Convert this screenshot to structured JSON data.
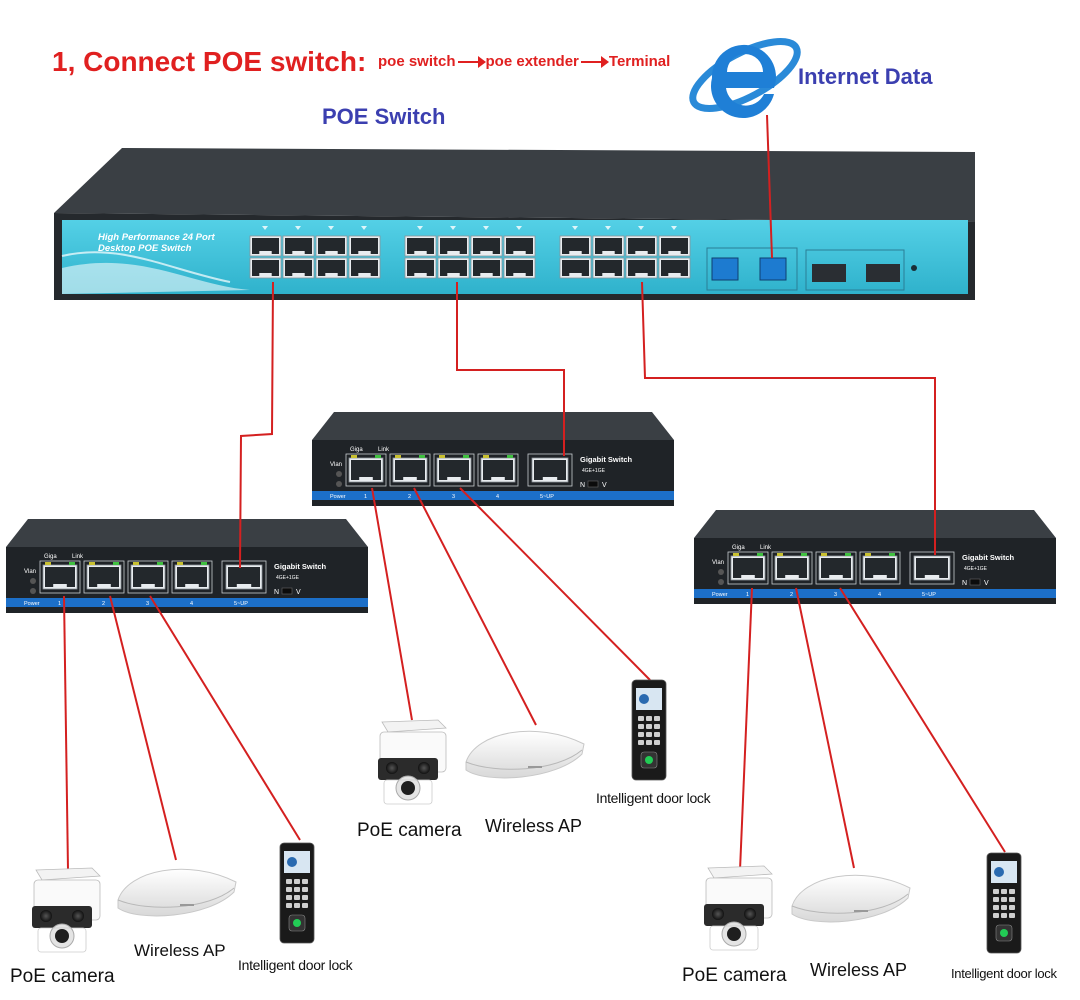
{
  "title": "1, Connect POE switch:",
  "flow": [
    "poe switch",
    "poe extender",
    "Terminal"
  ],
  "main_switch": {
    "label": "POE Switch",
    "brand_line1": "High  Performance 24 Port",
    "brand_line2": "Desktop POE Switch"
  },
  "internet": {
    "label": "Internet Data",
    "icon": "internet-explorer-icon"
  },
  "small_switch": {
    "label": "Gigabit  Switch",
    "sublabel": "4GE+1GE",
    "led_giga": "Giga",
    "led_link": "Link",
    "vlan": "Vlan",
    "power": "Power",
    "port_numbers": [
      "1",
      "2",
      "3",
      "4",
      "5~UP"
    ],
    "nv": "N",
    "nv2": "V"
  },
  "devices": {
    "camera": "PoE camera",
    "ap": "Wireless AP",
    "lock": "Intelligent door lock"
  },
  "colors": {
    "cable": "#d42020",
    "switch_face": "#3fc4dc",
    "switch_body": "#2e3338",
    "heading": "#3b3fb0",
    "title": "#e02020"
  }
}
